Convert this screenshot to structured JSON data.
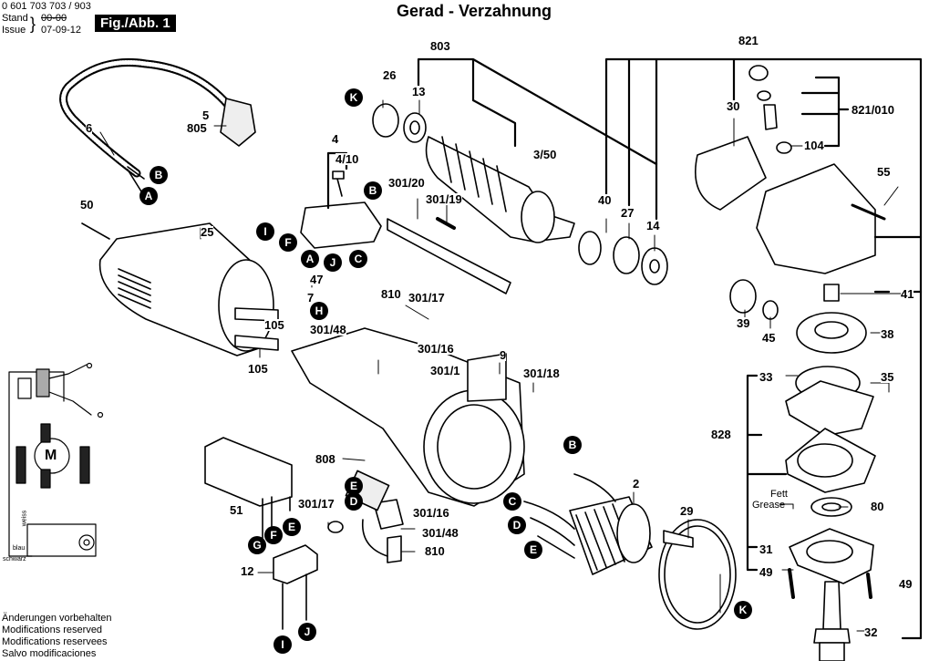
{
  "header": {
    "part_number": "0 601 703 703 / 903",
    "stand_label": "Stand",
    "issue_label": "Issue",
    "old_date_struck": "00-00",
    "date": "07-09-12",
    "figure_label": "Fig./Abb. 1"
  },
  "title": "Gerad - Verzahnung",
  "footer": [
    "Änderungen vorbehalten",
    "Modifications reserved",
    "Modifications reservees",
    "Salvo modificaciones"
  ],
  "grease_note": {
    "line1": "Fett",
    "line2": "Grease"
  },
  "wiring": {
    "motor_symbol": "M",
    "wire_white": "weiss",
    "wire_blue": "blau",
    "wire_black": "schwarz"
  },
  "part_labels": [
    {
      "id": "6",
      "text": "6"
    },
    {
      "id": "5",
      "text": "5"
    },
    {
      "id": "805",
      "text": "805"
    },
    {
      "id": "50",
      "text": "50"
    },
    {
      "id": "25",
      "text": "25"
    },
    {
      "id": "105a",
      "text": "105"
    },
    {
      "id": "105b",
      "text": "105"
    },
    {
      "id": "4",
      "text": "4"
    },
    {
      "id": "4_10",
      "text": "4/10"
    },
    {
      "id": "26",
      "text": "26"
    },
    {
      "id": "13",
      "text": "13"
    },
    {
      "id": "803",
      "text": "803"
    },
    {
      "id": "3_50",
      "text": "3/50"
    },
    {
      "id": "301_20",
      "text": "301/20"
    },
    {
      "id": "301_19",
      "text": "301/19"
    },
    {
      "id": "47",
      "text": "47"
    },
    {
      "id": "7",
      "text": "7"
    },
    {
      "id": "810a",
      "text": "810"
    },
    {
      "id": "301_17a",
      "text": "301/17"
    },
    {
      "id": "301_48a",
      "text": "301/48"
    },
    {
      "id": "301_16a",
      "text": "301/16"
    },
    {
      "id": "301_1",
      "text": "301/1"
    },
    {
      "id": "9",
      "text": "9"
    },
    {
      "id": "301_18",
      "text": "301/18"
    },
    {
      "id": "808",
      "text": "808"
    },
    {
      "id": "51",
      "text": "51"
    },
    {
      "id": "301_17b",
      "text": "301/17"
    },
    {
      "id": "301_16b",
      "text": "301/16"
    },
    {
      "id": "301_48b",
      "text": "301/48"
    },
    {
      "id": "810b",
      "text": "810"
    },
    {
      "id": "12",
      "text": "12"
    },
    {
      "id": "2",
      "text": "2"
    },
    {
      "id": "29",
      "text": "29"
    },
    {
      "id": "40",
      "text": "40"
    },
    {
      "id": "27",
      "text": "27"
    },
    {
      "id": "14",
      "text": "14"
    },
    {
      "id": "821",
      "text": "821"
    },
    {
      "id": "30",
      "text": "30"
    },
    {
      "id": "821_010",
      "text": "821/010"
    },
    {
      "id": "104",
      "text": "104"
    },
    {
      "id": "55",
      "text": "55"
    },
    {
      "id": "41",
      "text": "41"
    },
    {
      "id": "39",
      "text": "39"
    },
    {
      "id": "45",
      "text": "45"
    },
    {
      "id": "38",
      "text": "38"
    },
    {
      "id": "33",
      "text": "33"
    },
    {
      "id": "35",
      "text": "35"
    },
    {
      "id": "828",
      "text": "828"
    },
    {
      "id": "80",
      "text": "80"
    },
    {
      "id": "31",
      "text": "31"
    },
    {
      "id": "49a",
      "text": "49"
    },
    {
      "id": "49b",
      "text": "49"
    },
    {
      "id": "32",
      "text": "32"
    }
  ],
  "connection_markers": [
    {
      "id": "B1",
      "text": "B"
    },
    {
      "id": "A1",
      "text": "A"
    },
    {
      "id": "K1",
      "text": "K"
    },
    {
      "id": "B2",
      "text": "B"
    },
    {
      "id": "I1",
      "text": "I"
    },
    {
      "id": "F1",
      "text": "F"
    },
    {
      "id": "A2",
      "text": "A"
    },
    {
      "id": "J1",
      "text": "J"
    },
    {
      "id": "C1",
      "text": "C"
    },
    {
      "id": "H1",
      "text": "H"
    },
    {
      "id": "E1",
      "text": "E"
    },
    {
      "id": "D1",
      "text": "D"
    },
    {
      "id": "G1",
      "text": "G"
    },
    {
      "id": "F2",
      "text": "F"
    },
    {
      "id": "E2",
      "text": "E"
    },
    {
      "id": "I2",
      "text": "I"
    },
    {
      "id": "J2",
      "text": "J"
    },
    {
      "id": "B3",
      "text": "B"
    },
    {
      "id": "C2",
      "text": "C"
    },
    {
      "id": "D2",
      "text": "D"
    },
    {
      "id": "E3",
      "text": "E"
    },
    {
      "id": "K2",
      "text": "K"
    }
  ]
}
